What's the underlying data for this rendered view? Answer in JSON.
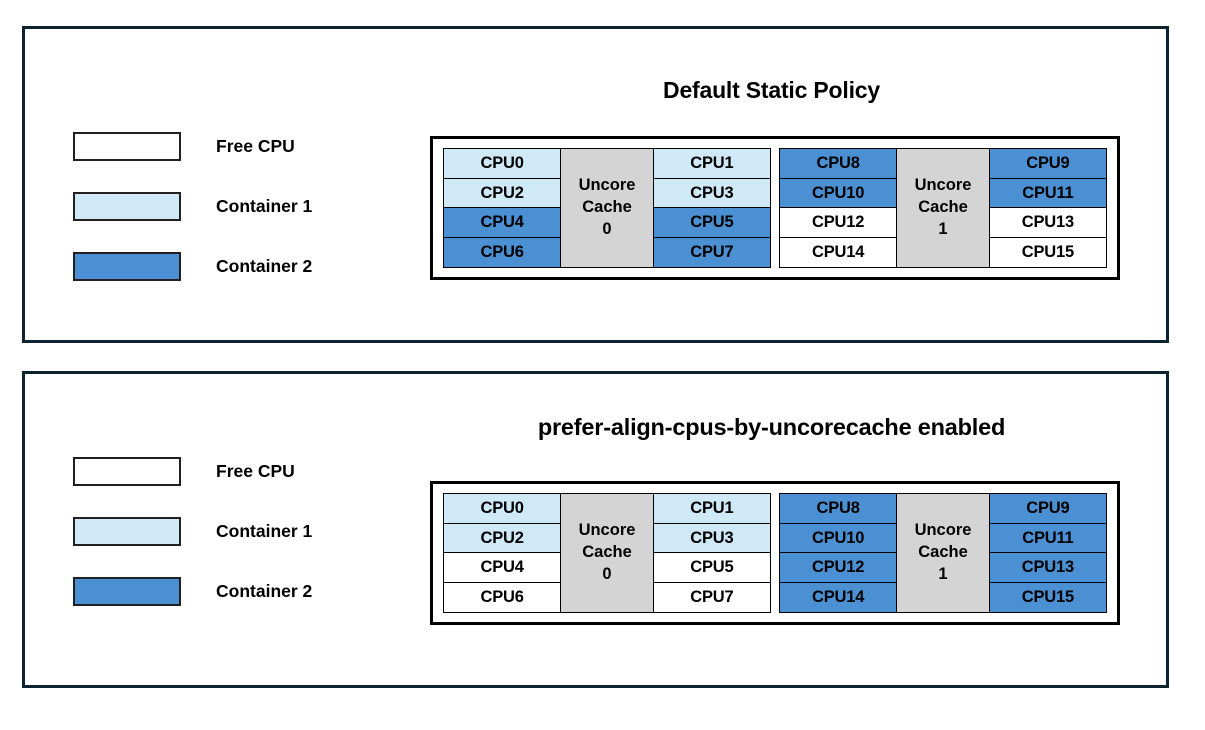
{
  "colors": {
    "free": "#ffffff",
    "container1": "#cfe9f7",
    "container2": "#4a90d2",
    "uncore": "#d4d4d4",
    "panel_border": "#0d2330",
    "cell_border": "#000000"
  },
  "legend": {
    "items": [
      {
        "label": "Free CPU",
        "state": "free"
      },
      {
        "label": "Container 1",
        "state": "c1"
      },
      {
        "label": "Container 2",
        "state": "c2"
      }
    ]
  },
  "panels": [
    {
      "title": "Default Static Policy",
      "diagram": {
        "sockets": [
          {
            "uncore_label_line1": "Uncore",
            "uncore_label_line2": "Cache",
            "uncore_label_line3": "0",
            "left_column": [
              {
                "label": "CPU0",
                "state": "c1"
              },
              {
                "label": "CPU2",
                "state": "c1"
              },
              {
                "label": "CPU4",
                "state": "c2"
              },
              {
                "label": "CPU6",
                "state": "c2"
              }
            ],
            "right_column": [
              {
                "label": "CPU1",
                "state": "c1"
              },
              {
                "label": "CPU3",
                "state": "c1"
              },
              {
                "label": "CPU5",
                "state": "c2"
              },
              {
                "label": "CPU7",
                "state": "c2"
              }
            ]
          },
          {
            "uncore_label_line1": "Uncore",
            "uncore_label_line2": "Cache",
            "uncore_label_line3": "1",
            "left_column": [
              {
                "label": "CPU8",
                "state": "c2"
              },
              {
                "label": "CPU10",
                "state": "c2"
              },
              {
                "label": "CPU12",
                "state": "free"
              },
              {
                "label": "CPU14",
                "state": "free"
              }
            ],
            "right_column": [
              {
                "label": "CPU9",
                "state": "c2"
              },
              {
                "label": "CPU11",
                "state": "c2"
              },
              {
                "label": "CPU13",
                "state": "free"
              },
              {
                "label": "CPU15",
                "state": "free"
              }
            ]
          }
        ]
      }
    },
    {
      "title": "prefer-align-cpus-by-uncorecache enabled",
      "diagram": {
        "sockets": [
          {
            "uncore_label_line1": "Uncore",
            "uncore_label_line2": "Cache",
            "uncore_label_line3": "0",
            "left_column": [
              {
                "label": "CPU0",
                "state": "c1"
              },
              {
                "label": "CPU2",
                "state": "c1"
              },
              {
                "label": "CPU4",
                "state": "free"
              },
              {
                "label": "CPU6",
                "state": "free"
              }
            ],
            "right_column": [
              {
                "label": "CPU1",
                "state": "c1"
              },
              {
                "label": "CPU3",
                "state": "c1"
              },
              {
                "label": "CPU5",
                "state": "free"
              },
              {
                "label": "CPU7",
                "state": "free"
              }
            ]
          },
          {
            "uncore_label_line1": "Uncore",
            "uncore_label_line2": "Cache",
            "uncore_label_line3": "1",
            "left_column": [
              {
                "label": "CPU8",
                "state": "c2"
              },
              {
                "label": "CPU10",
                "state": "c2"
              },
              {
                "label": "CPU12",
                "state": "c2"
              },
              {
                "label": "CPU14",
                "state": "c2"
              }
            ],
            "right_column": [
              {
                "label": "CPU9",
                "state": "c2"
              },
              {
                "label": "CPU11",
                "state": "c2"
              },
              {
                "label": "CPU13",
                "state": "c2"
              },
              {
                "label": "CPU15",
                "state": "c2"
              }
            ]
          }
        ]
      }
    }
  ]
}
